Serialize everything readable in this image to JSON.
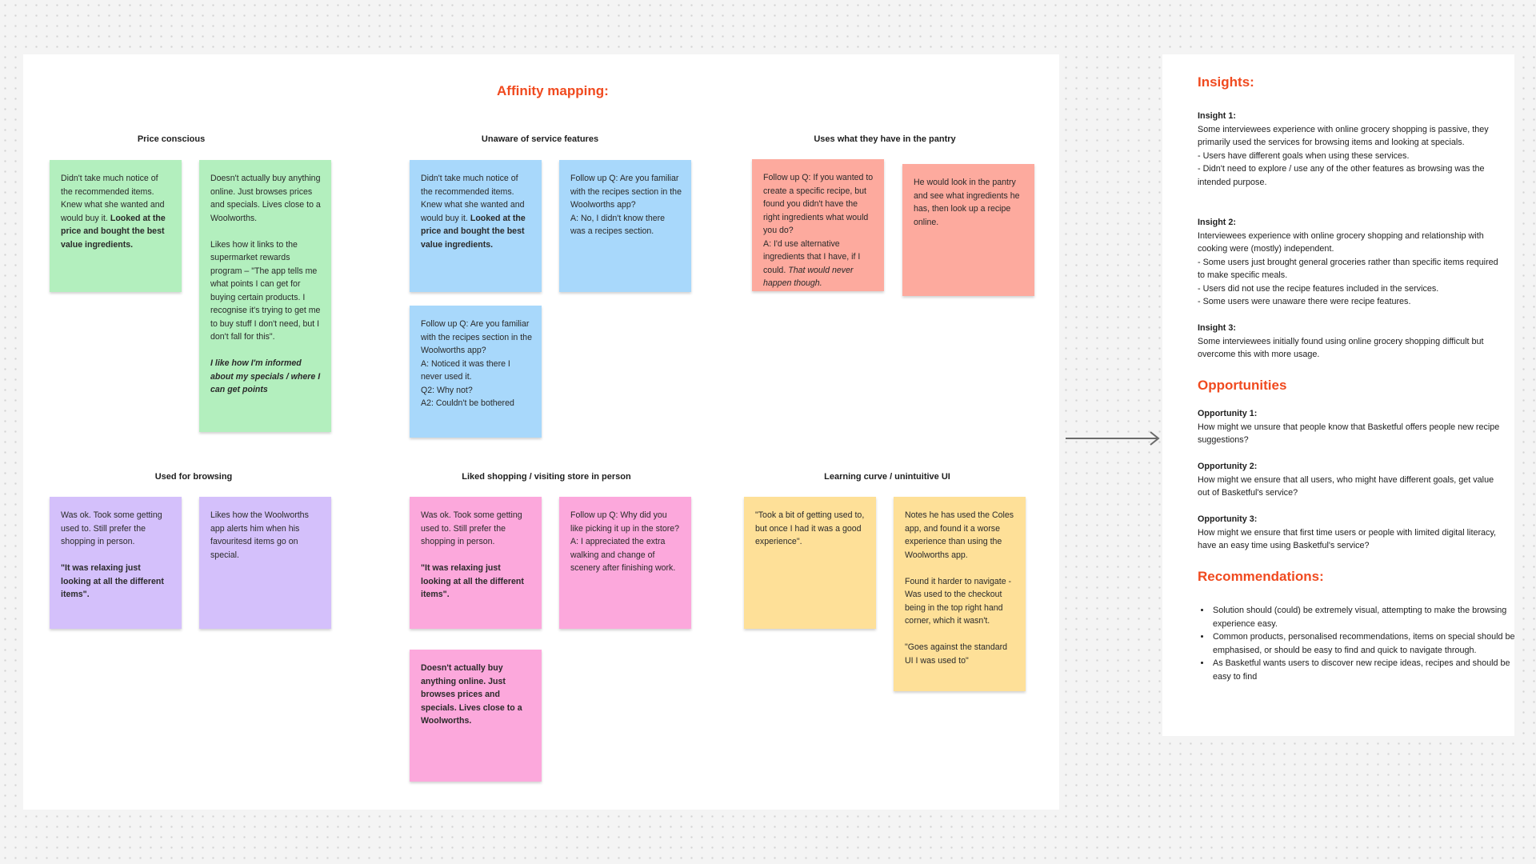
{
  "affinity": {
    "title": "Affinity mapping:",
    "groups": [
      {
        "title": "Price conscious"
      },
      {
        "title": "Unaware of service features"
      },
      {
        "title": "Uses what they have in the pantry"
      },
      {
        "title": "Used for browsing"
      },
      {
        "title": "Liked shopping / visiting store in person"
      },
      {
        "title": "Learning curve / unintuitive UI"
      }
    ],
    "notes": {
      "price_1": {
        "text": "Didn't take much notice of the recommended items. Knew what she wanted and would buy it. ",
        "bold": "Looked at the price and bought the best value ingredients."
      },
      "price_2": {
        "text": "Doesn't actually buy anything online. Just browses prices and specials. Lives close to a Woolworths.\n\nLikes how it links to the supermarket rewards program – \"The app tells me what points I can get for buying certain products. I recognise it's trying to get me to buy stuff I don't need, but I don't fall for this\".\n\n",
        "bold_italic": "I like how I'm informed about my specials / where I can get points"
      },
      "unaware_1": {
        "text": "Didn't take much notice of the recommended items. Knew what she wanted and would buy it. ",
        "bold": "Looked at the price and bought the best value ingredients."
      },
      "unaware_2": {
        "text": "Follow up Q: Are you familiar with the recipes section in the Woolworths app?\nA: No, I didn't know there was a recipes section."
      },
      "unaware_3": {
        "text": "Follow up Q: Are you familiar with the recipes section in the Woolworths app?\nA: Noticed it was there I never used it.\nQ2: Why not?\nA2: Couldn't be bothered"
      },
      "pantry_1": {
        "text": "Follow up Q: If you wanted to create a specific recipe, but found you didn't have the right ingredients what would you do?\nA: I'd use alternative ingredients that I have, if I could. ",
        "italic": "That would never happen though."
      },
      "pantry_2": {
        "text": "He would look in the pantry and see what ingredients he has, then look up a recipe online."
      },
      "browsing_1": {
        "text": "Was ok. Took some getting used to. Still prefer the shopping in person.\n\n",
        "bold": "\"It was relaxing just looking at all the different items\"."
      },
      "browsing_2": {
        "text": "Likes how the Woolworths app alerts him when his favouritesd items go on special."
      },
      "liked_1": {
        "text": "Was ok. Took some getting used to. Still prefer the shopping in person.\n\n",
        "bold": "\"It was relaxing just looking at all the different items\"."
      },
      "liked_2": {
        "text": "Follow up Q: Why did you like picking it up in the store?\nA: I appreciated the extra walking and change of scenery after finishing work."
      },
      "liked_3": {
        "bold": "Doesn't actually buy anything online. Just browses prices and specials. Lives close to a Woolworths."
      },
      "learning_1": {
        "text": "\"Took a bit of getting used to, but once I had it was a good experience\"."
      },
      "learning_2": {
        "text": "Notes he has used the Coles app, and found it a worse experience than using the Woolworths app.\n\nFound it harder to navigate - Was used to the checkout being in the top right hand corner, which it wasn't.\n\n\"Goes against the standard UI I was used to\""
      }
    }
  },
  "insights": {
    "title": "Insights:",
    "items": [
      {
        "label": "Insight 1:",
        "lines": [
          "Some interviewees experience with online grocery shopping is passive, they primarily used the services for browsing items and looking at specials.",
          "- Users have different goals when using these services.",
          "- Didn't need to explore / use any of the other features as browsing was the intended purpose."
        ]
      },
      {
        "label": "Insight 2:",
        "lines": [
          "Interviewees experience with online grocery shopping and relationship with cooking were (mostly) independent.",
          "- Some users just brought general groceries rather than specific items required to make specific meals.",
          "- Users did not use the recipe features included in the services.",
          "- Some users were unaware there were recipe features."
        ]
      },
      {
        "label": "Insight 3:",
        "lines": [
          "Some interviewees initially found using online grocery shopping difficult but overcome this with more usage."
        ]
      }
    ]
  },
  "opportunities": {
    "title": "Opportunities",
    "items": [
      {
        "label": "Opportunity 1:",
        "text": "How might we unsure that people know that Basketful offers people new recipe suggestions?"
      },
      {
        "label": "Opportunity 2:",
        "text": "How might we ensure that all users, who might have different goals, get value out of Basketful's service?"
      },
      {
        "label": "Opportunity 3:",
        "text": "How might we ensure that first time users or people with limited digital literacy, have an easy time using Basketful's service?"
      }
    ]
  },
  "recommendations": {
    "title": "Recommendations:",
    "items": [
      " Solution should (could) be extremely visual, attempting to make the browsing experience easy.",
      "Common products, personalised recommendations, items on special should be emphasised, or should be easy to find and quick to navigate through.",
      "As Basketful wants users to discover new recipe ideas, recipes and should be easy to find"
    ]
  },
  "colors": {
    "accent": "#f04a1f",
    "green": "#b3efbe",
    "blue": "#a8d8fb",
    "salmon": "#fdaa9e",
    "purple": "#d4c0fb",
    "pink": "#fca8dc",
    "yellow": "#fee098"
  },
  "icons": {
    "connector": "arrow-right-icon"
  }
}
